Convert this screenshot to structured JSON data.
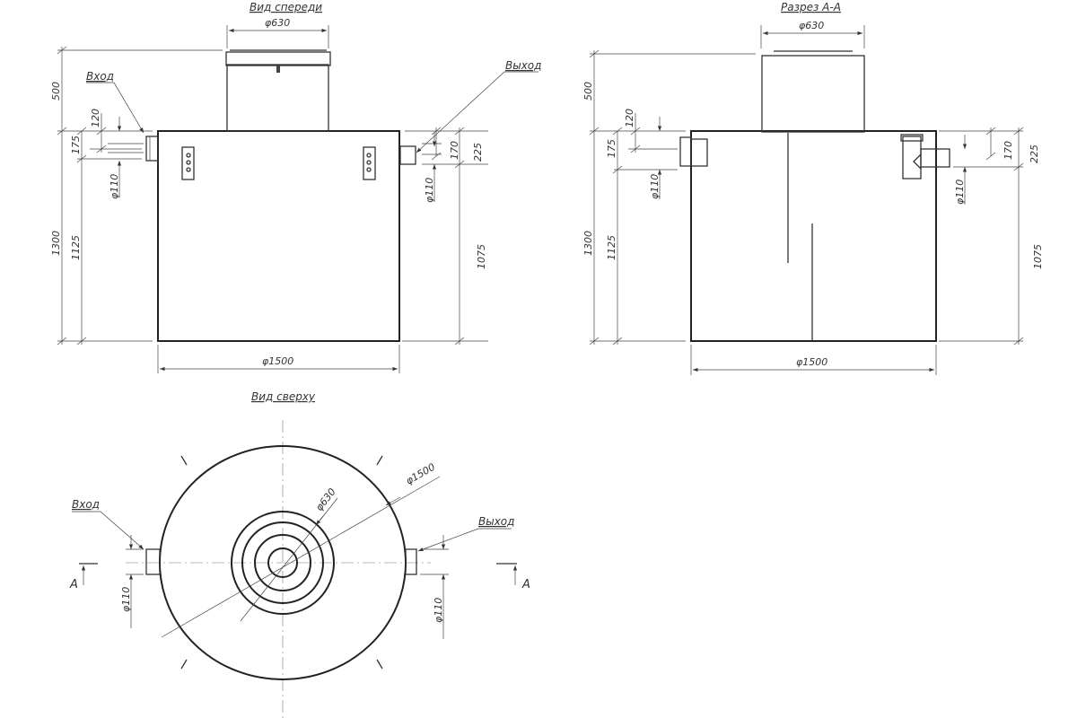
{
  "front_view": {
    "title": "Вид спереди",
    "inlet_label": "Вход",
    "outlet_label": "Выход",
    "dims": {
      "riser_dia": "φ630",
      "tank_dia": "φ1500",
      "riser_h": "500",
      "total_h": "1300",
      "inlet_h": "1125",
      "inlet_top": "175",
      "inlet_offset": "120",
      "inlet_pipe": "φ110",
      "outlet_pipe": "φ110",
      "outlet_offset": "170",
      "outlet_top": "225",
      "outlet_h": "1075"
    }
  },
  "section_view": {
    "title": "Разрез А-А",
    "dims": {
      "riser_dia": "φ630",
      "tank_dia": "φ1500",
      "riser_h": "500",
      "total_h": "1300",
      "inlet_h": "1125",
      "inlet_top": "175",
      "inlet_offset": "120",
      "inlet_pipe": "φ110",
      "outlet_pipe": "φ110",
      "outlet_offset": "170",
      "outlet_top": "225",
      "outlet_h": "1075"
    }
  },
  "top_view": {
    "title": "Вид сверху",
    "inlet_label": "Вход",
    "outlet_label": "Выход",
    "dims": {
      "tank_dia": "φ1500",
      "riser_dia": "φ630",
      "inlet_pipe": "φ110",
      "outlet_pipe": "φ110"
    },
    "section_mark": "А"
  }
}
